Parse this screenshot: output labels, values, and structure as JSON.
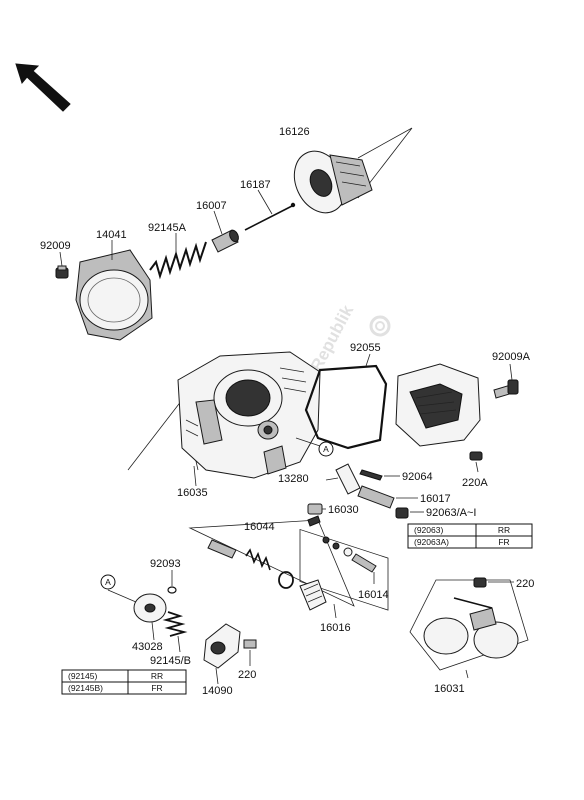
{
  "watermark": "PartsRepublik",
  "callout": "A",
  "labels": {
    "p16126": "16126",
    "p16187": "16187",
    "p16007": "16007",
    "p92145A": "92145A",
    "p14041": "14041",
    "p92009": "92009",
    "p92055": "92055",
    "p92009A": "92009A",
    "p13280": "13280",
    "p92064": "92064",
    "p220A": "220A",
    "p16017": "16017",
    "p16035": "16035",
    "p16030": "16030",
    "p92063": "92063/A~I",
    "p16044": "16044",
    "p92093": "92093",
    "p16014": "16014",
    "p220a": "220",
    "p43028": "43028",
    "p16016": "16016",
    "p92145B": "92145/B",
    "p14090": "14090",
    "p220b": "220",
    "p16031": "16031"
  },
  "tables": {
    "t92063": [
      [
        "(92063)",
        "RR"
      ],
      [
        "(92063A)",
        "FR"
      ]
    ],
    "t92145": [
      [
        "(92145)",
        "RR"
      ],
      [
        "(92145B)",
        "FR"
      ]
    ]
  },
  "colors": {
    "line": "#222222",
    "part_fill": "#f4f4f4",
    "dark_fill": "#333333",
    "watermark": "#c9c9c9"
  },
  "icons": {
    "direction": "front-arrow-icon",
    "watermark": "gear-icon"
  }
}
